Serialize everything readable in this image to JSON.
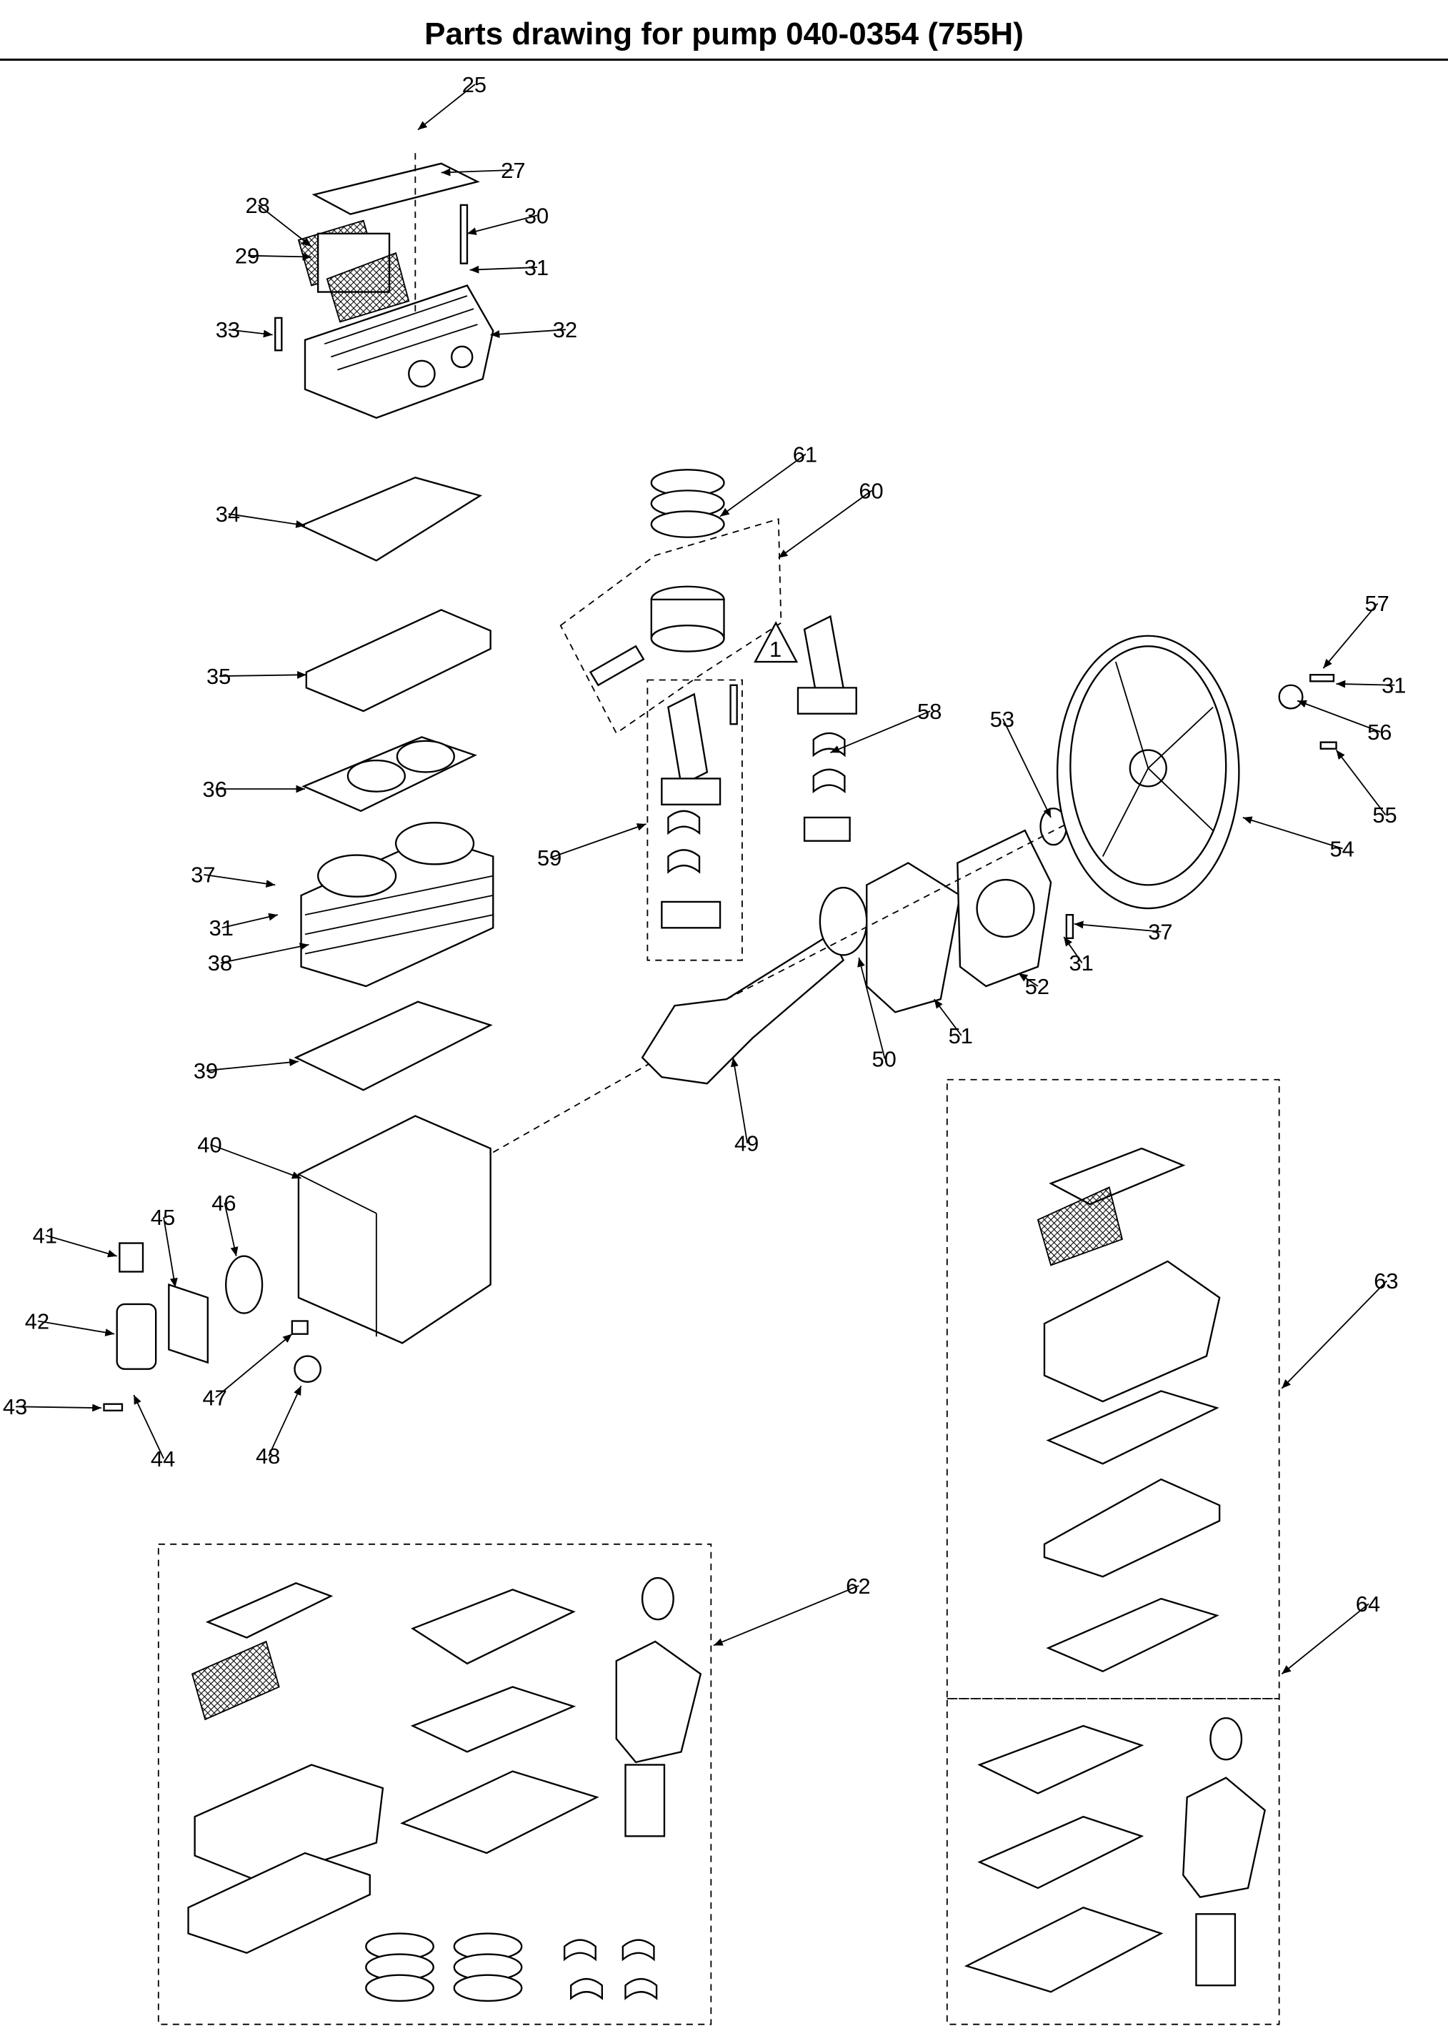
{
  "title": "Parts drawing for pump 040-0354 (755H)",
  "callouts": [
    "25",
    "27",
    "28",
    "30",
    "29",
    "31",
    "33",
    "32",
    "61",
    "60",
    "34",
    "57",
    "35",
    "31",
    "56",
    "58",
    "53",
    "36",
    "55",
    "54",
    "59",
    "37",
    "37",
    "31",
    "31",
    "52",
    "38",
    "51",
    "50",
    "39",
    "49",
    "40",
    "41",
    "45",
    "46",
    "63",
    "42",
    "47",
    "43",
    "44",
    "48",
    "62",
    "64"
  ],
  "warning_symbol": "1"
}
